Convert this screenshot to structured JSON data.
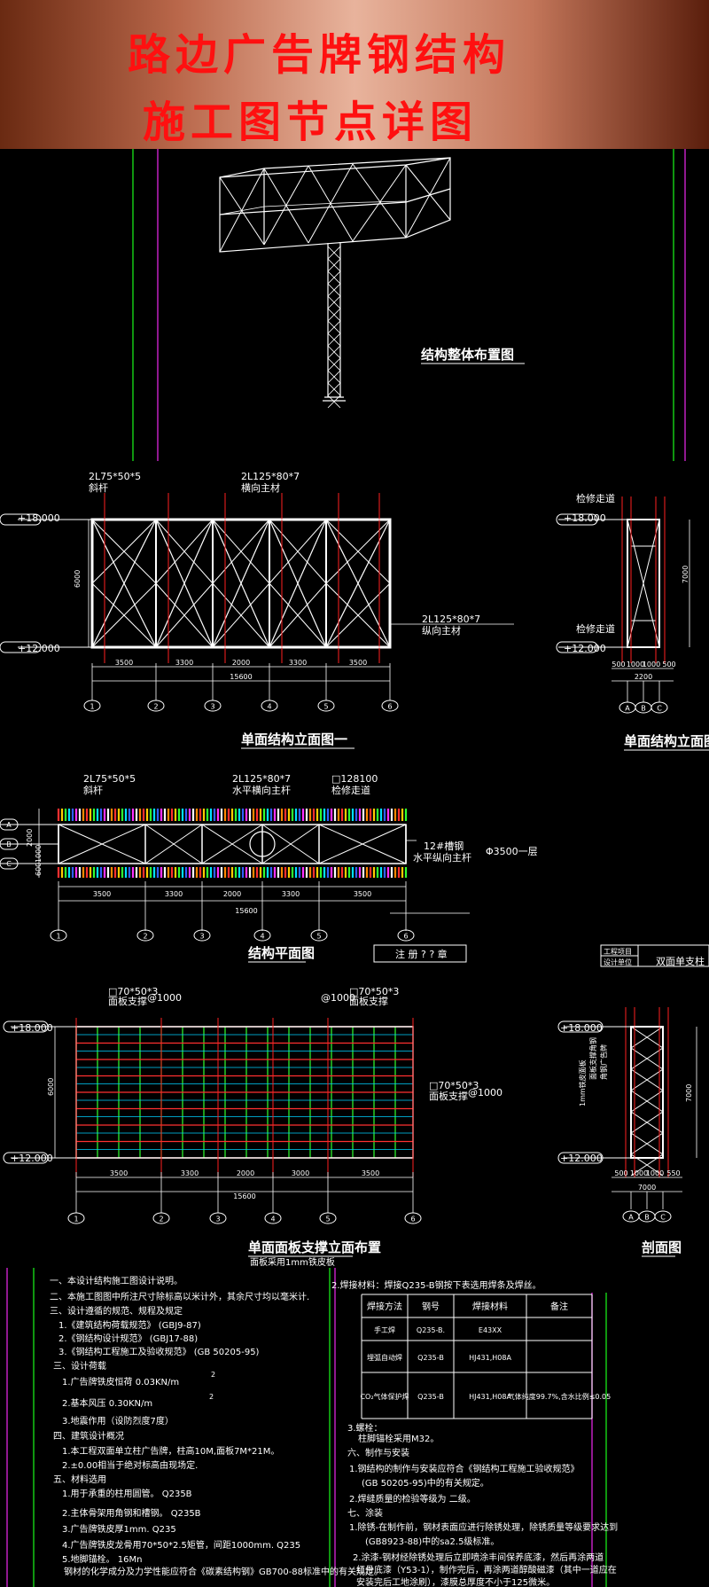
{
  "header": {
    "title_line1": "路边广告牌钢结构",
    "title_line2": "施工图节点详图"
  },
  "overview": {
    "caption": "结构整体布置图"
  },
  "elev1": {
    "caption": "单面结构立面图一",
    "level_top": "+18.000",
    "level_bottom": "+12.000",
    "diag_spec": "2L75*50*5",
    "diag_name": "斜杆",
    "horiz_spec": "2L125*80*7",
    "horiz_name": "横向主材",
    "long_spec": "2L125*80*7",
    "long_name": "纵向主材",
    "height_dim": "6000",
    "dims": [
      "3500",
      "3300",
      "2000",
      "3300",
      "3500"
    ],
    "total_dim": "15600",
    "axes": [
      "1",
      "2",
      "3",
      "4",
      "5",
      "6"
    ]
  },
  "elev2": {
    "caption": "单面结构立面图二",
    "level_top": "+18.000",
    "level_bottom": "+12.000",
    "walkway_top": "检修走道",
    "walkway_bottom": "检修走道",
    "height_dim": "7000",
    "dims": [
      "500",
      "1000",
      "1000",
      "500"
    ],
    "total_dim": "2200",
    "axes": [
      "A",
      "B",
      "C"
    ]
  },
  "plan": {
    "caption": "结构平面图",
    "diag_spec": "2L75*50*5",
    "diag_name": "斜杆",
    "horiz_spec": "2L125*80*7",
    "horiz_name": "水平横向主杆",
    "walk_spec": "□128100",
    "walk_name": "检修走道",
    "channel_spec": "12#槽钢",
    "long_name": "水平纵向主杆",
    "pipe_note": "Φ3500一层",
    "side_dims": [
      "2000",
      "1000",
      "600"
    ],
    "dims": [
      "3500",
      "3300",
      "2000",
      "3300",
      "3500"
    ],
    "total_dim": "15600",
    "axes_x": [
      "1",
      "2",
      "3",
      "4",
      "5",
      "6"
    ],
    "axes_y": [
      "A",
      "B",
      "C"
    ],
    "stamp_label": "注 册 ? ? 章",
    "table_cell1": "工程项目",
    "table_cell2": "设计单位",
    "table_cell3": "双面单支柱"
  },
  "panel": {
    "caption": "单面面板支撑立面布置",
    "subcaption": "面板采用1mm铁皮板",
    "support_spec": "□70*50*3",
    "support_name": "面板支撑",
    "spacing": "@1000",
    "level_top": "+18.000",
    "level_bottom": "+12.000",
    "height_dim": "6000",
    "dims": [
      "3500",
      "3300",
      "2000",
      "3000",
      "3500"
    ],
    "total_dim": "15600",
    "axes": [
      "1",
      "2",
      "3",
      "4",
      "5",
      "6"
    ]
  },
  "section": {
    "caption": "剖面图",
    "level_top": "+18.000",
    "level_bottom": "+12.000",
    "label1": "1mm铁皮面板",
    "label2": "面板支撑角钢",
    "label3": "角钢广告牌",
    "height_dim": "7000",
    "dims": [
      "500",
      "1000",
      "1000",
      "550"
    ],
    "total_dim": "7000",
    "axes": [
      "A",
      "B",
      "C"
    ]
  },
  "notes_left": [
    "一、本设计结构施工图设计说明。",
    "二、本施工图图中所注尺寸除标高以米计外，其余尺寸均以毫米计.",
    "三、设计遵循的规范、规程及规定",
    "1.《建筑结构荷载规范》          (GBJ9-87)",
    "2.《钢结构设计规范》          (GBJ17-88)",
    "3.《钢结构工程施工及验收规范》     (GB 50205-95)",
    "三、设计荷载",
    "1.广告牌铁皮恒荷    0.03KN/m",
    "2.基本风压         0.30KN/m",
    "3.地震作用（设防烈度7度）",
    "四、建筑设计概况",
    "1.本工程双面单立柱广告牌，柱高10M,面板7M*21M。",
    "2.±0.00相当于绝对标高由现场定.",
    "五、材料选用",
    "1.用于承重的柱用圆管。                   Q235B",
    "2.主体骨架用角钢和槽钢。                 Q235B",
    "3.广告牌铁皮厚1mm.                       Q235",
    "4.广告牌铁皮龙骨用70*50*2.5矩管，间距1000mm.  Q235",
    "5.地脚锚栓。                              16Mn",
    "钢材的化学成分及力学性能应符合《碳素结构钢》GB700-88标准中的有关规定。"
  ],
  "notes_sup": [
    "2",
    "2"
  ],
  "notes_right_head": "2.焊接材料：焊接Q235-B钢按下表选用焊条及焊丝。",
  "weld_table": {
    "headers": [
      "焊接方法",
      "钢号",
      "焊接材料",
      "备注"
    ],
    "rows": [
      [
        "手工焊",
        "Q235-B.",
        "E43XX",
        ""
      ],
      [
        "埋弧自动焊",
        "Q235-B",
        "HJ431,H08A",
        ""
      ],
      [
        "CO₂气体保护焊",
        "Q235-B",
        "HJ431,H08A",
        "气体纯度99.7%,含水比例≤0.05"
      ]
    ]
  },
  "notes_right": [
    "3.螺栓：",
    "柱脚锚栓采用M32。",
    "六、制作与安装",
    "1.钢结构的制作与安装应符合《钢结构工程施工验收规范》",
    "(GB 50205-95)中的有关规定。",
    "2.焊缝质量的检验等级为    二级。",
    "七、涂装",
    "1.除锈-在制作前，钢材表面应进行除锈处理，除锈质量等级要求达到",
    "(GB8923-88)中的sa2.5级标准。",
    "2.涂漆-钢材经除锈处理后立即喷涂丰间保养底漆，然后再涂两道",
    "红丹底漆（Y53-1），制作完后，再涂两道醇酸磁漆（其中一道应在",
    "安装完后工地涂刷），漆膜总厚度不小于125微米。"
  ]
}
